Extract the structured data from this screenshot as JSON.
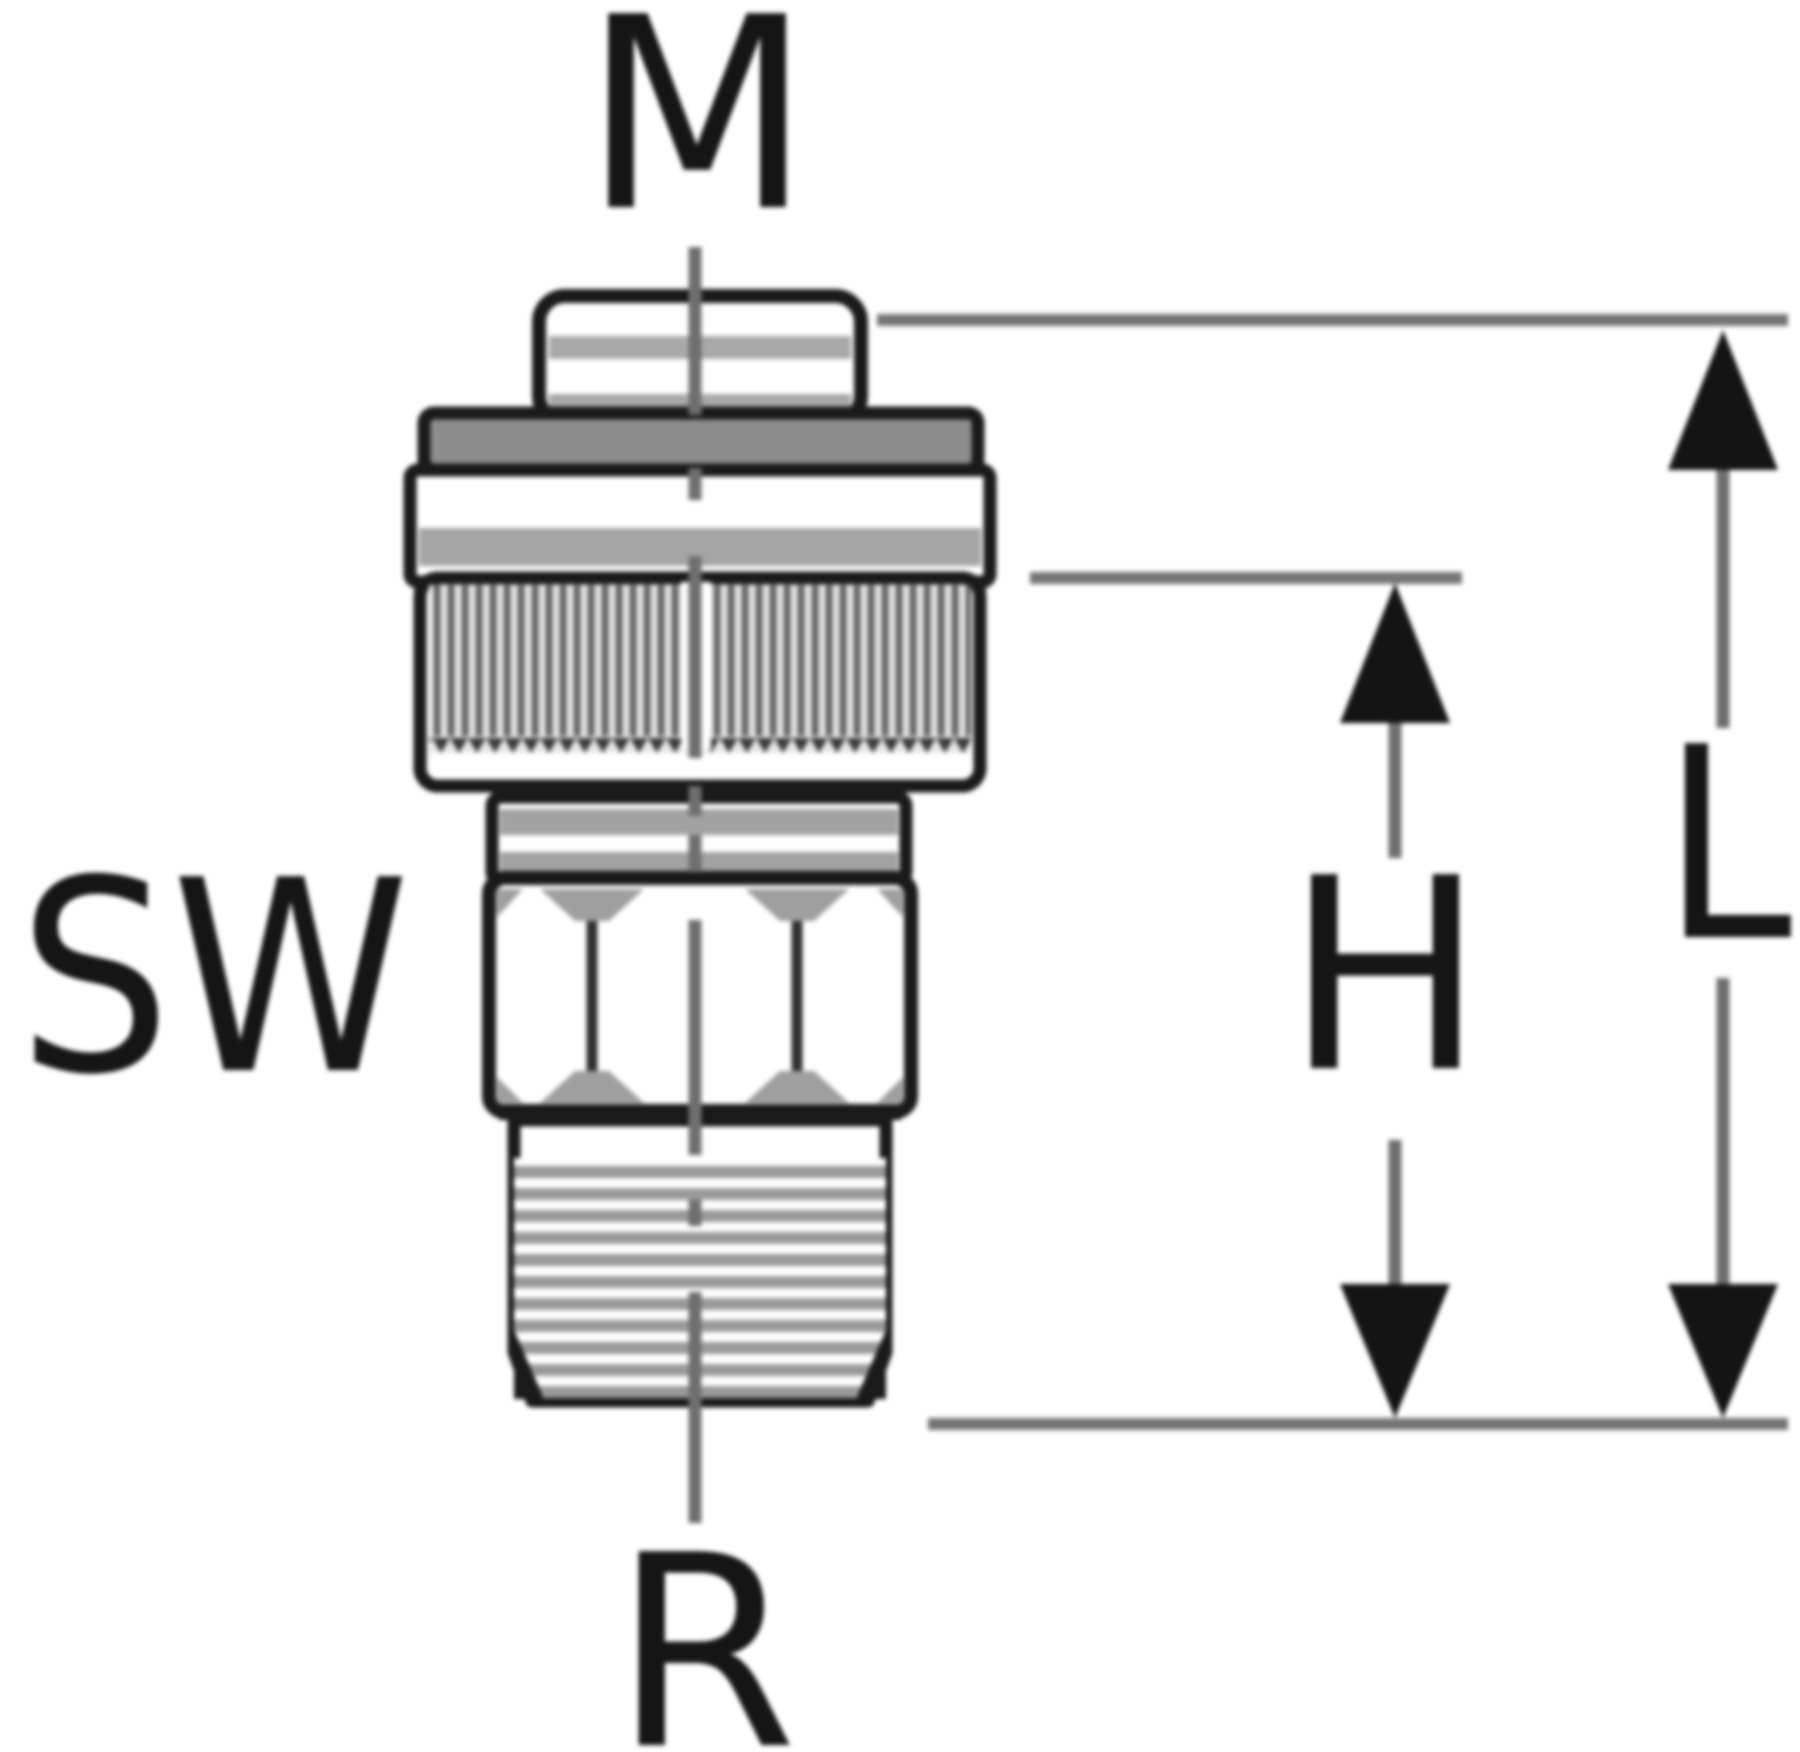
{
  "diagram": {
    "type": "technical-drawing",
    "subject": "pipe-fitting-adapter-with-union-nut-and-male-thread",
    "labels": {
      "thread_top": "M",
      "wrench_size": "SW",
      "height": "H",
      "length": "L",
      "thread_bottom": "R"
    },
    "colors": {
      "outline": "#1a1a1a",
      "dimension_line": "#6f6f6f",
      "extension_line": "#767676",
      "arrow_fill": "#141414",
      "collar_fill": "#8d8d8d",
      "band_gray": "#a5a5a5",
      "knurl_light": "#cccccc",
      "knurl_dark": "#5e5e5e",
      "thread_stripe": "#9a9a9a",
      "background": "#ffffff"
    }
  }
}
